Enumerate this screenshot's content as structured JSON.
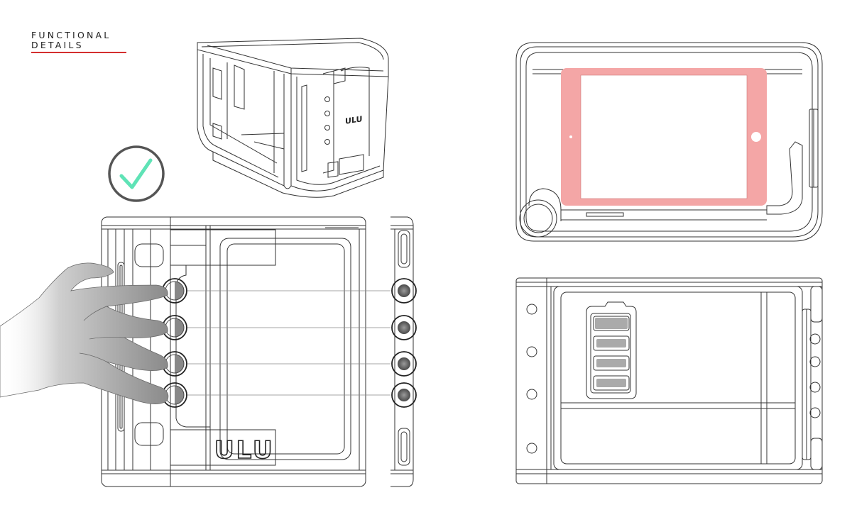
{
  "heading": {
    "line1": "FUNCTIONAL",
    "line2": "DETAILS",
    "rule_color": "#d32f2f"
  },
  "colors": {
    "check": "#5fe3b6",
    "check_ring": "#555555",
    "tablet": "#f4a6a6",
    "line": "#222222"
  },
  "icons": [
    "check-icon",
    "hand-icon"
  ],
  "brand_mark": "ULU",
  "views": [
    "isometric-view",
    "front-view",
    "side-view",
    "top-view",
    "bottom-view"
  ],
  "button_count": 4
}
